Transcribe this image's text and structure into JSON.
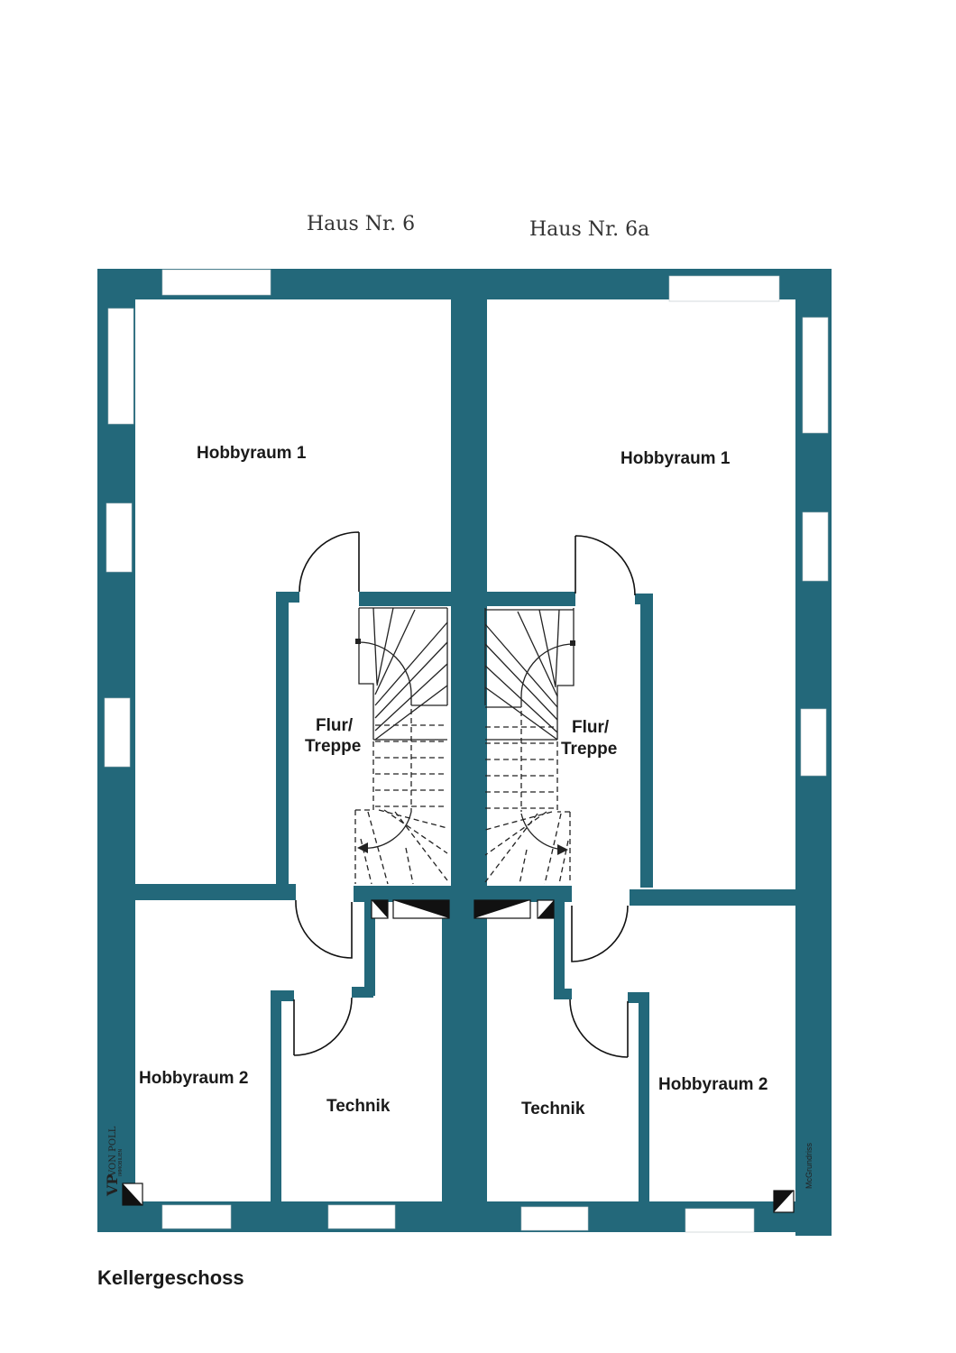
{
  "header": {
    "house_left": "Haus Nr. 6",
    "house_right": "Haus Nr. 6a"
  },
  "rooms": {
    "left": {
      "hobby1": "Hobbyraum 1",
      "hall_line1": "Flur/",
      "hall_line2": "Treppe",
      "hobby2": "Hobbyraum 2",
      "technik": "Technik"
    },
    "right": {
      "hobby1": "Hobbyraum 1",
      "hall_line1": "Flur/",
      "hall_line2": "Treppe",
      "hobby2": "Hobbyraum 2",
      "technik": "Technik"
    }
  },
  "logo": {
    "mark": "VP",
    "name": "VON POLL",
    "sub": "IMMOBILIEN"
  },
  "credit": "McGrundriss",
  "caption": "Kellergeschoss",
  "colors": {
    "wall": "#23687a"
  }
}
